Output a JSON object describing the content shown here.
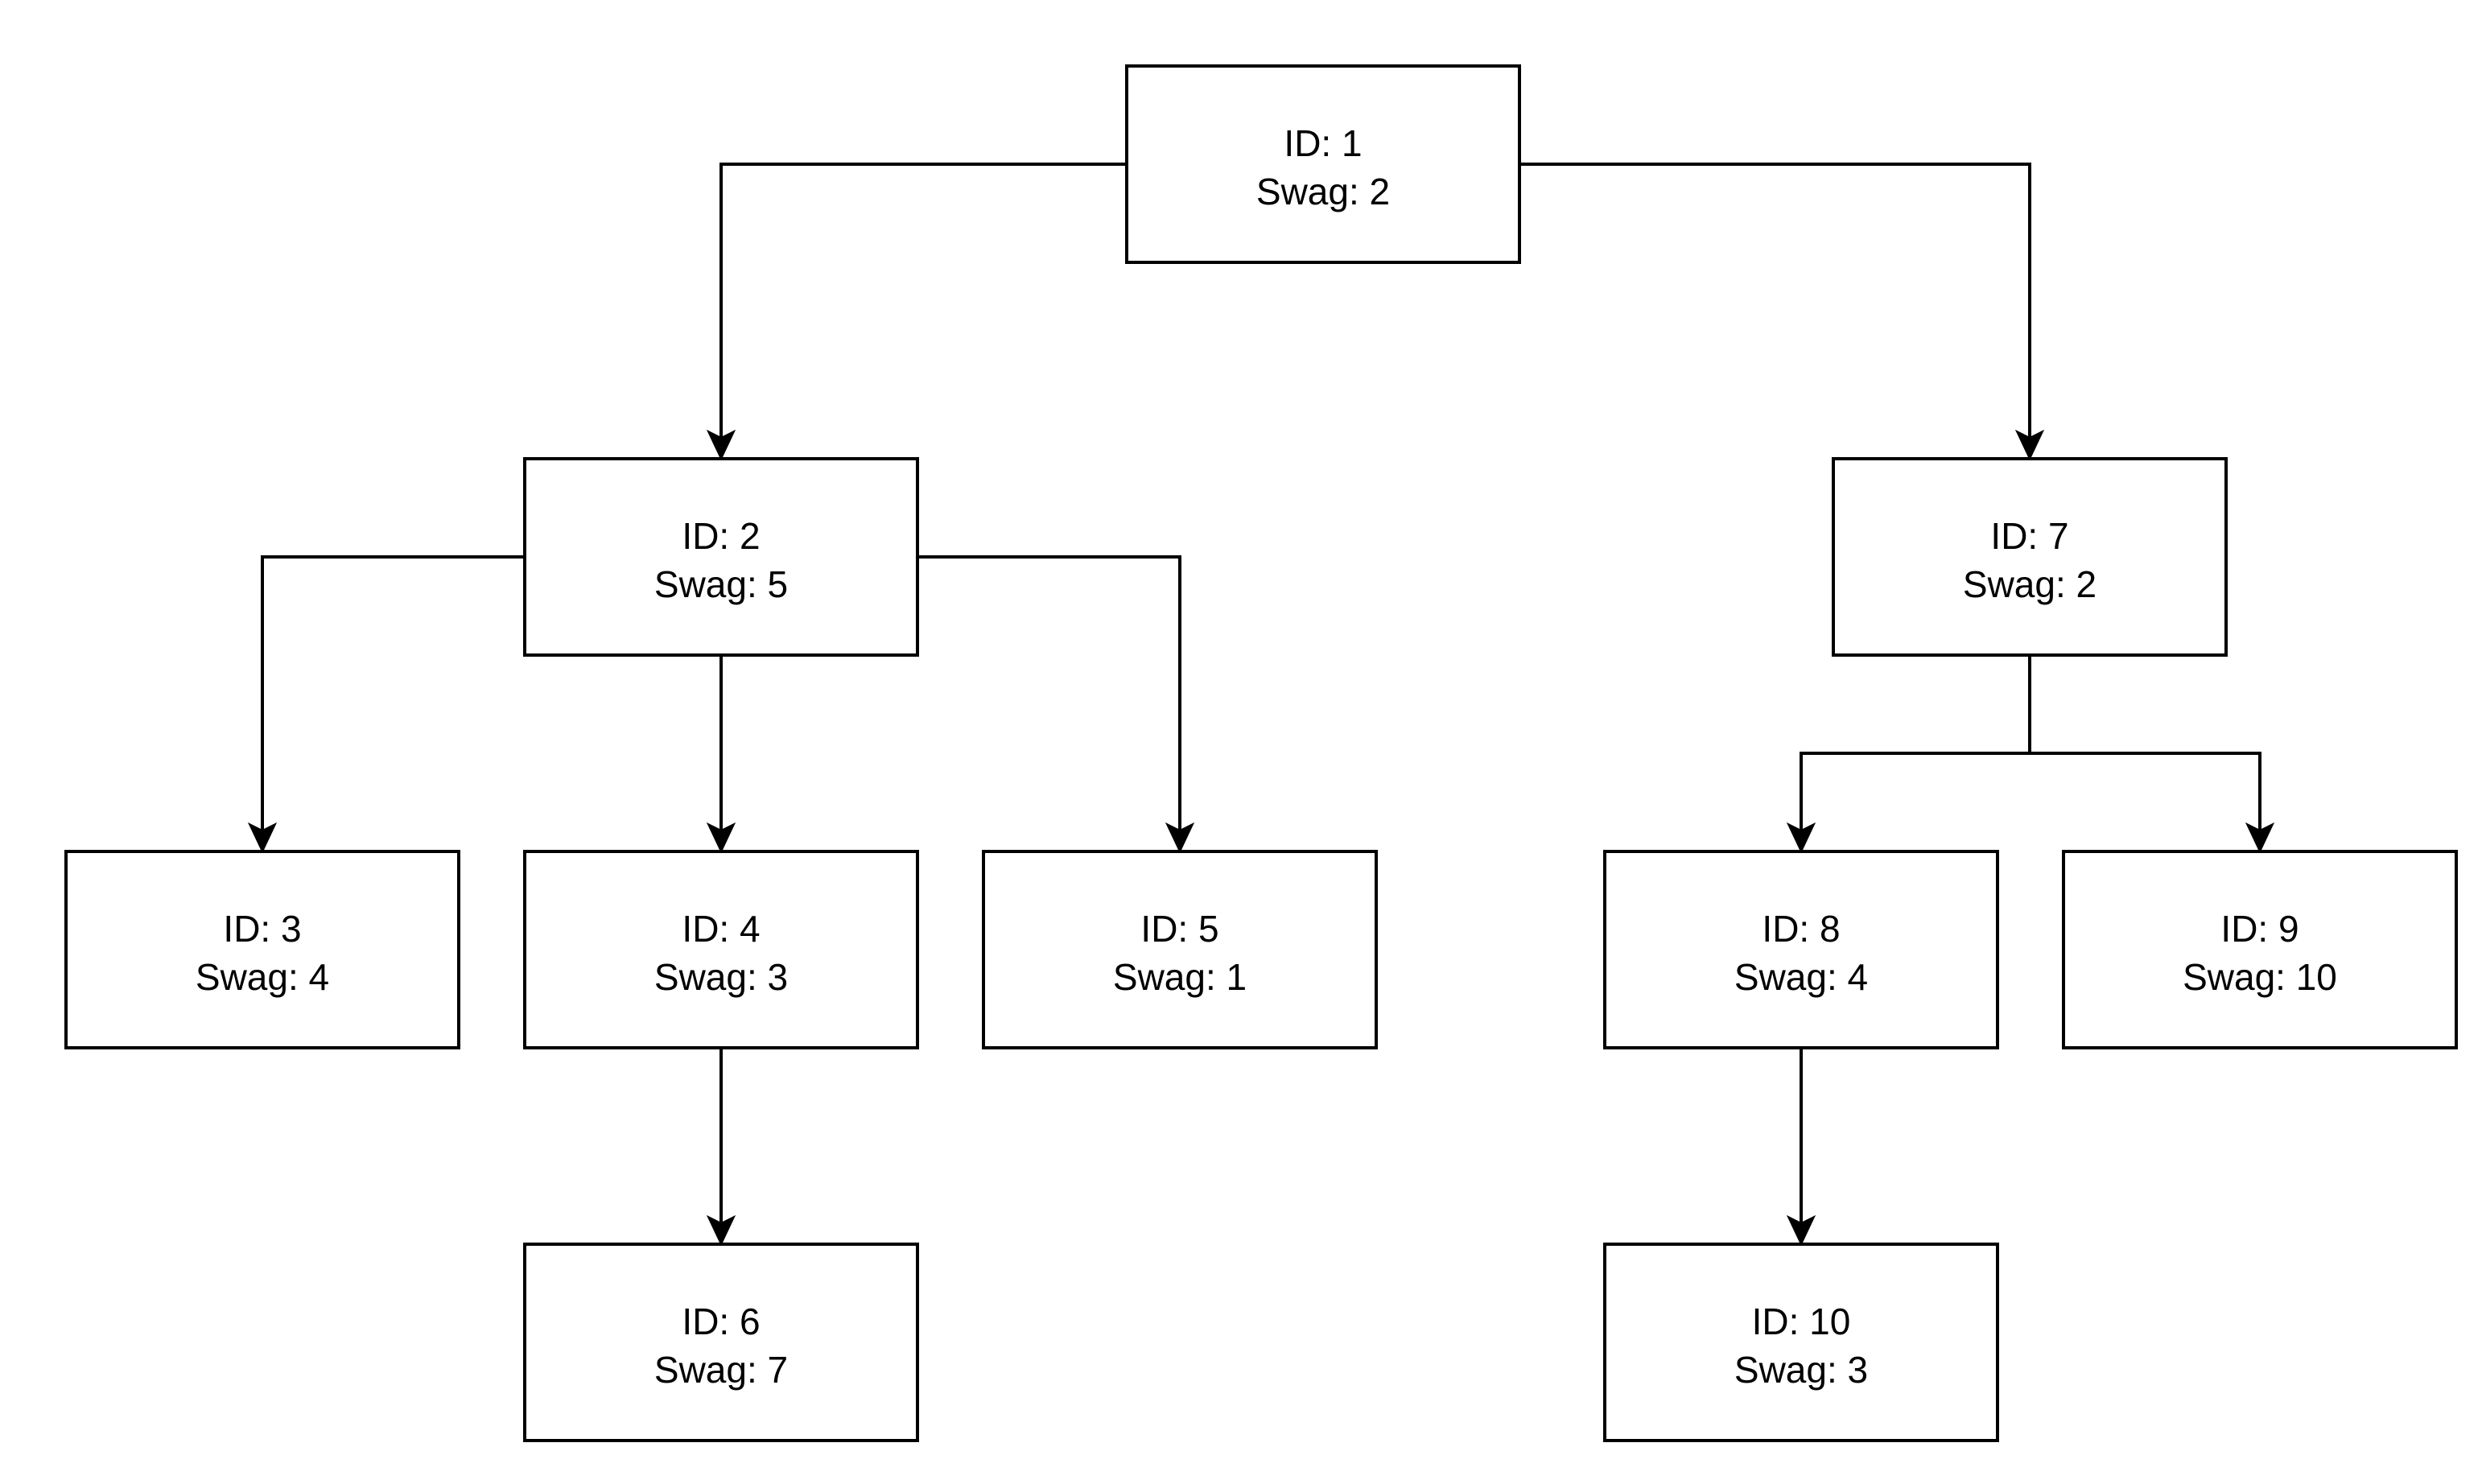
{
  "nodes": [
    {
      "key": "n1",
      "id_text": "ID: 1",
      "swag_text": "Swag: 2"
    },
    {
      "key": "n2",
      "id_text": "ID: 2",
      "swag_text": "Swag: 5"
    },
    {
      "key": "n3",
      "id_text": "ID: 3",
      "swag_text": "Swag: 4"
    },
    {
      "key": "n4",
      "id_text": "ID: 4",
      "swag_text": "Swag: 3"
    },
    {
      "key": "n5",
      "id_text": "ID: 5",
      "swag_text": "Swag: 1"
    },
    {
      "key": "n6",
      "id_text": "ID: 6",
      "swag_text": "Swag: 7"
    },
    {
      "key": "n7",
      "id_text": "ID: 7",
      "swag_text": "Swag: 2"
    },
    {
      "key": "n8",
      "id_text": "ID: 8",
      "swag_text": "Swag: 4"
    },
    {
      "key": "n9",
      "id_text": "ID: 9",
      "swag_text": "Swag: 10"
    },
    {
      "key": "n10",
      "id_text": "ID: 10",
      "swag_text": "Swag: 3"
    }
  ],
  "edges": [
    {
      "from": "n1",
      "to": "n2"
    },
    {
      "from": "n1",
      "to": "n7"
    },
    {
      "from": "n2",
      "to": "n3"
    },
    {
      "from": "n2",
      "to": "n4"
    },
    {
      "from": "n2",
      "to": "n5"
    },
    {
      "from": "n4",
      "to": "n6"
    },
    {
      "from": "n7",
      "to": "n8"
    },
    {
      "from": "n7",
      "to": "n9"
    },
    {
      "from": "n8",
      "to": "n10"
    }
  ]
}
